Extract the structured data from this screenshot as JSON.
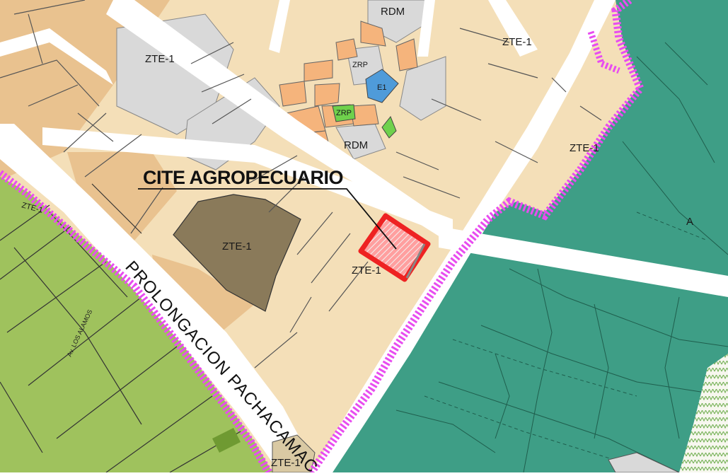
{
  "map": {
    "title": "CITE AGROPECUARIO",
    "road_name": "PROLONGACION PACHACAMAC",
    "minor_road_name": "Av. LOS ALAMOS",
    "zones": [
      {
        "code": "RDM"
      },
      {
        "code": "ZTE-1"
      },
      {
        "code": "ZTE-1"
      },
      {
        "code": "ZRP"
      },
      {
        "code": "E1"
      },
      {
        "code": "ZRP"
      },
      {
        "code": "RDM"
      },
      {
        "code": "ZTE-1"
      },
      {
        "code": "ZTE-1"
      },
      {
        "code": "ZTE-1"
      },
      {
        "code": "A"
      },
      {
        "code": "ZTE-1"
      },
      {
        "code": "ZTE-1"
      }
    ],
    "colors": {
      "zte_residential": "#f4dfb8",
      "zte_dense": "#e9c28f",
      "rdm_gray": "#d9d9d9",
      "commercial_orange": "#f5b47c",
      "e1_blue": "#4f9bd9",
      "zrp_green": "#6fd14c",
      "agricultural_green": "#9fc25d",
      "protected_teal": "#3e9e86",
      "site_brown": "#8a7a5a",
      "boundary_magenta": "#e84cf0",
      "site_red": "#ee2222"
    }
  }
}
